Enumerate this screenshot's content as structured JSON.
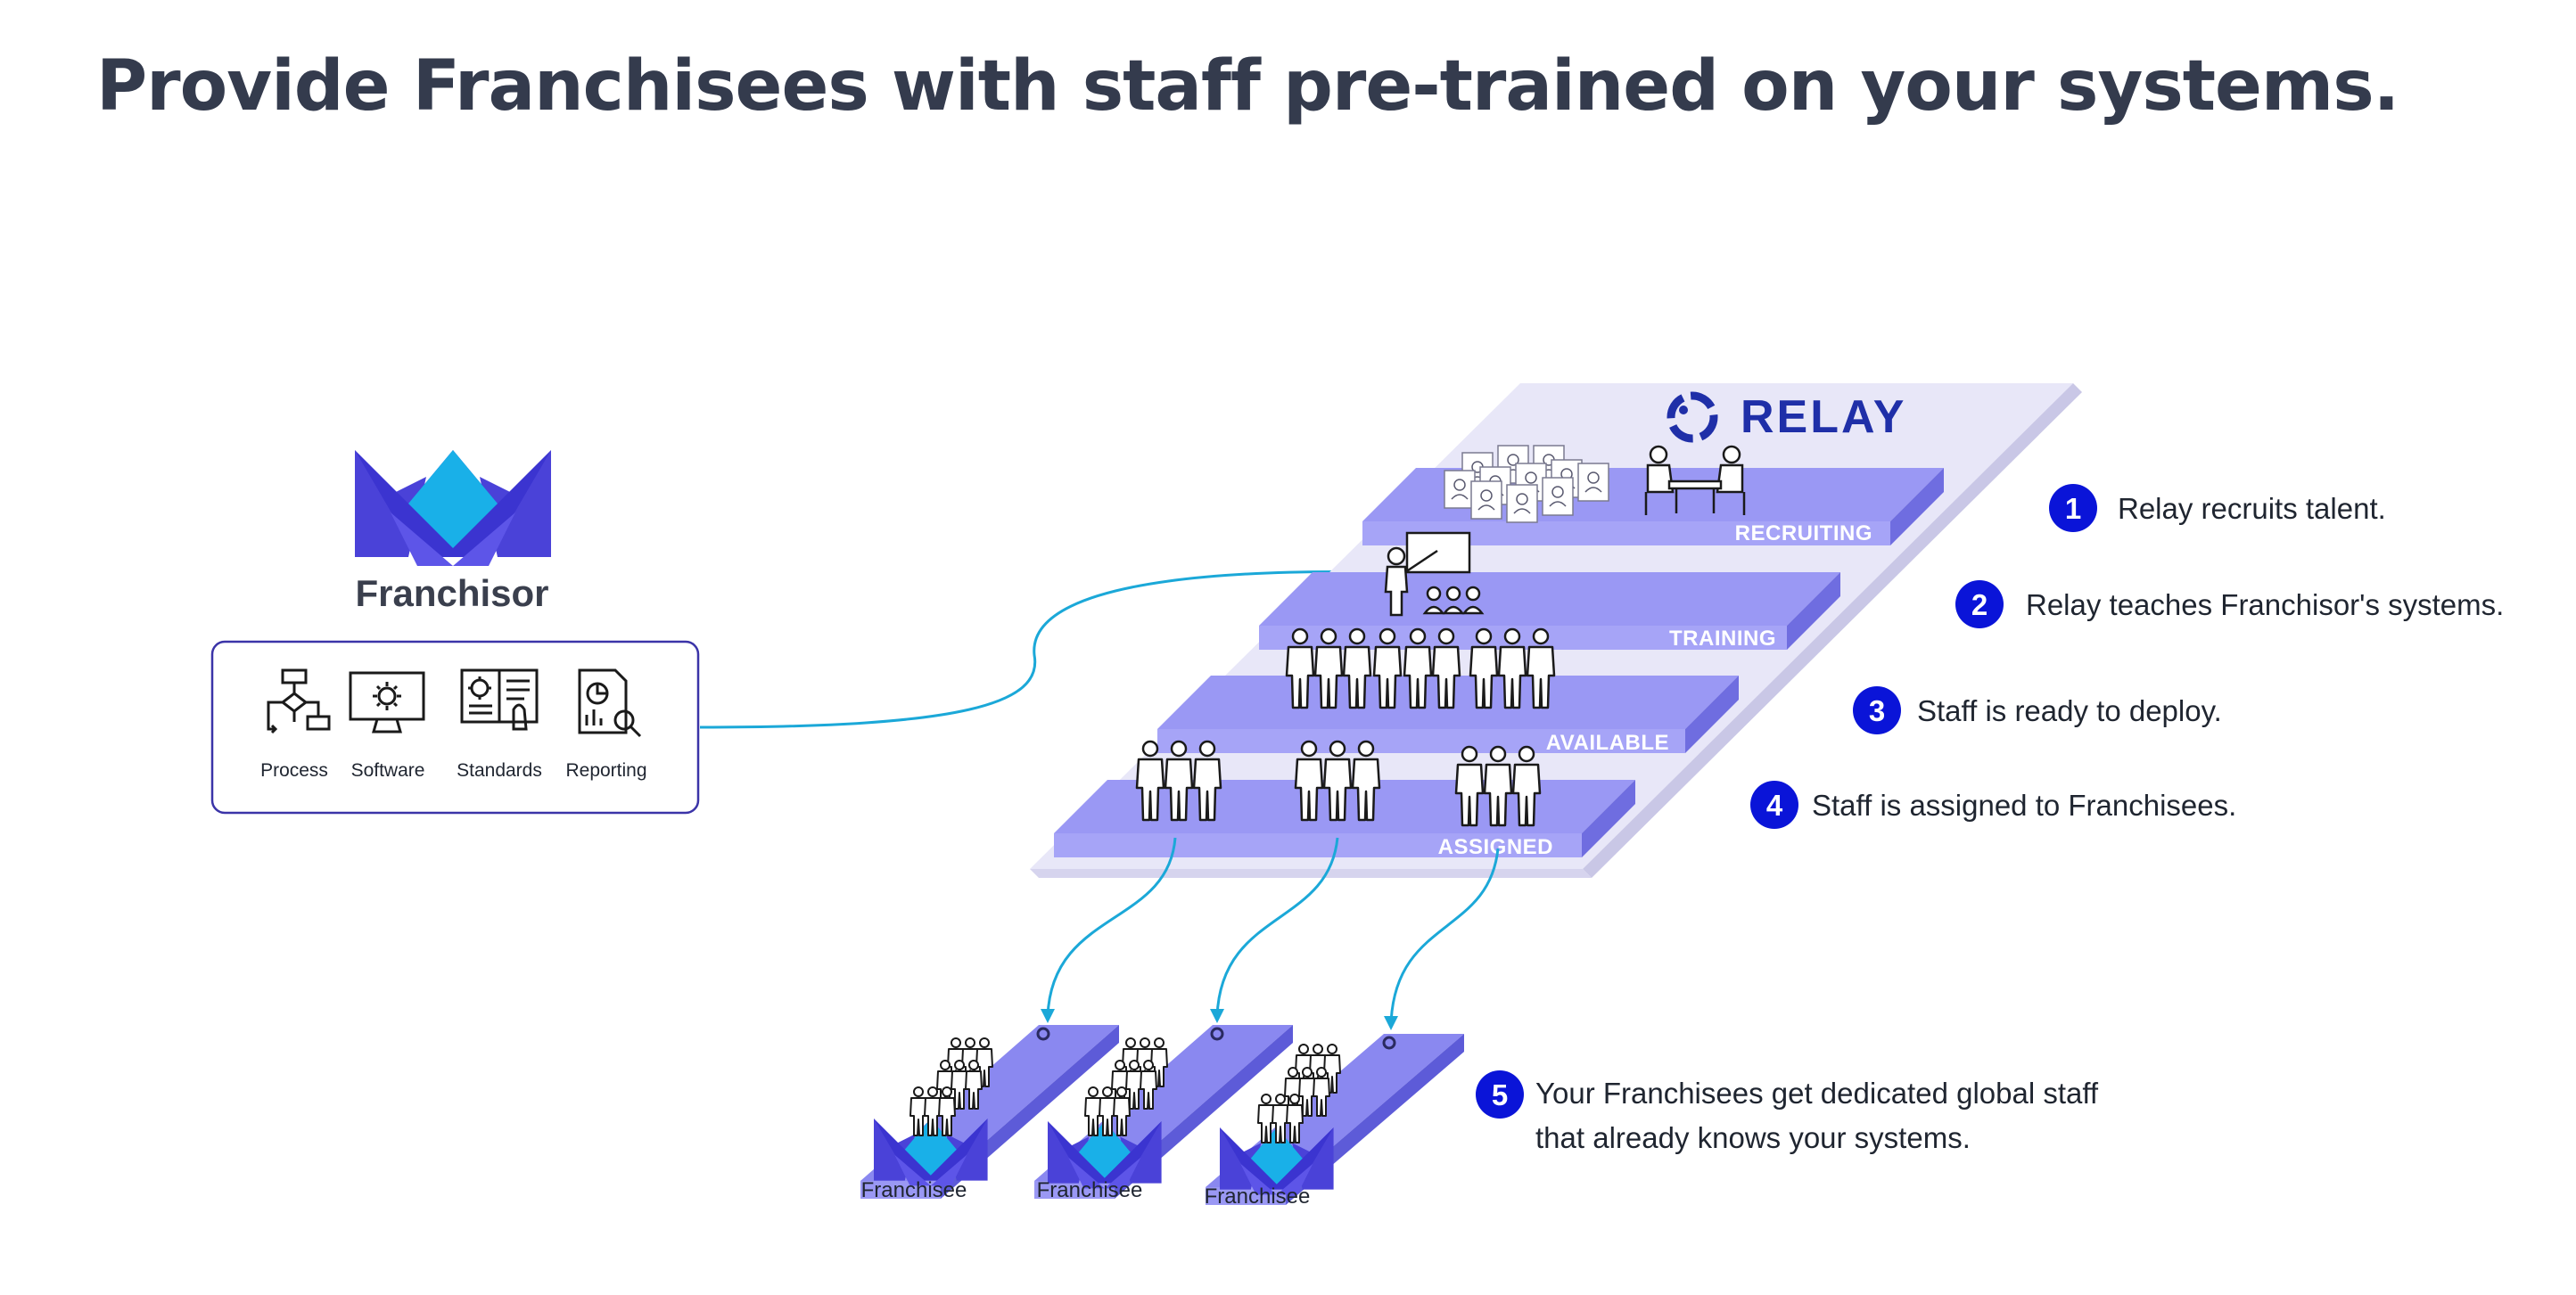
{
  "title": "Provide Franchisees with staff pre-trained on your systems.",
  "franchisor": {
    "label": "Franchisor",
    "tools": [
      "Process",
      "Software",
      "Standards",
      "Reporting"
    ]
  },
  "relay": {
    "brand": "RELAY"
  },
  "tiers": [
    "RECRUITING",
    "TRAINING",
    "AVAILABLE",
    "ASSIGNED"
  ],
  "steps": [
    {
      "num": "1",
      "text": "Relay recruits talent."
    },
    {
      "num": "2",
      "text": "Relay teaches Franchisor's systems."
    },
    {
      "num": "3",
      "text": "Staff is ready to deploy."
    },
    {
      "num": "4",
      "text": "Staff is assigned to Franchisees."
    },
    {
      "num": "5",
      "text_line1": "Your Franchisees get dedicated global staff",
      "text_line2": "that already knows your systems."
    }
  ],
  "franchisees": [
    "Franchisee",
    "Franchisee",
    "Franchisee"
  ],
  "colors": {
    "accent": "#0a14d8",
    "tier": "#9a98f4",
    "tier_side": "#6f6de0",
    "base": "#e7e6f8",
    "connector": "#1ba8d8",
    "crown_dark": "#3b34d0",
    "crown_light": "#19b0e8",
    "title": "#343b4d"
  }
}
